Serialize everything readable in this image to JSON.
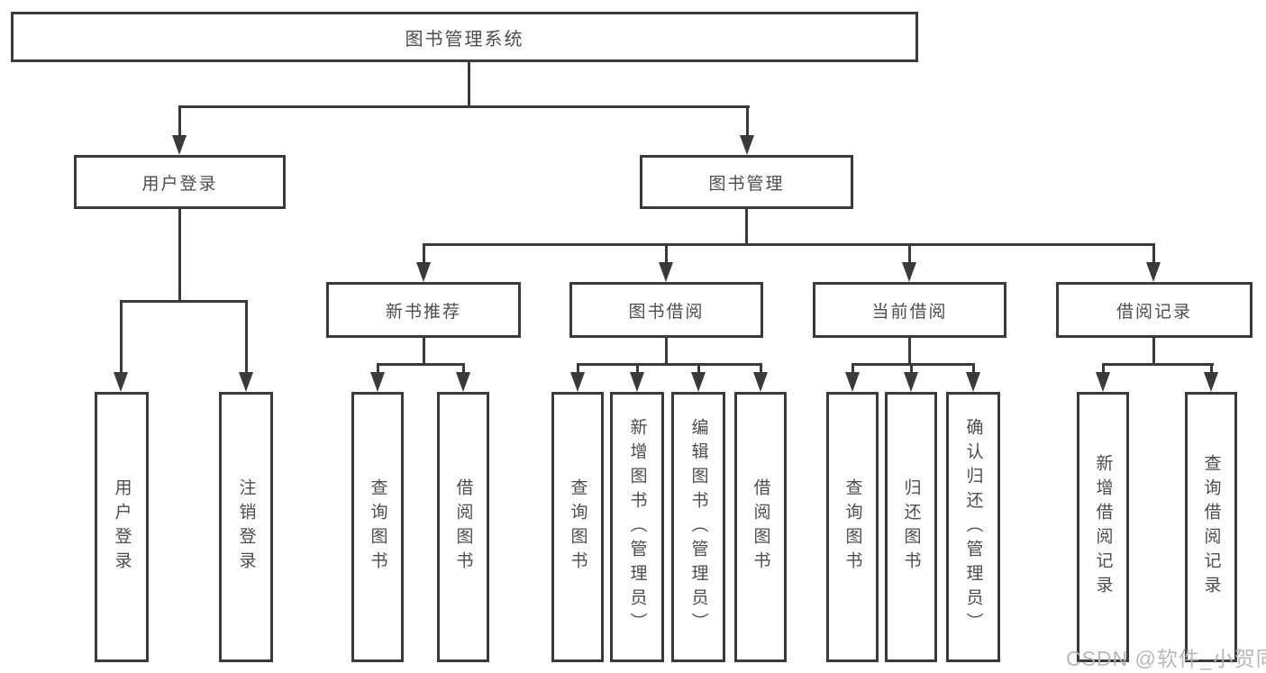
{
  "diagram": {
    "root": {
      "label": "图书管理系统"
    },
    "branches": [
      {
        "label": "用户登录",
        "children": [
          {
            "label": "用户登录"
          },
          {
            "label": "注销登录"
          }
        ]
      },
      {
        "label": "图书管理",
        "children": [
          {
            "label": "新书推荐",
            "children": [
              {
                "label": "查询图书"
              },
              {
                "label": "借阅图书"
              }
            ]
          },
          {
            "label": "图书借阅",
            "children": [
              {
                "label": "查询图书"
              },
              {
                "label": "新增图书（管理员）"
              },
              {
                "label": "编辑图书（管理员）"
              },
              {
                "label": "借阅图书"
              }
            ]
          },
          {
            "label": "当前借阅",
            "children": [
              {
                "label": "查询图书"
              },
              {
                "label": "归还图书"
              },
              {
                "label": "确认归还（管理员）"
              }
            ]
          },
          {
            "label": "借阅记录",
            "children": [
              {
                "label": "新增借阅记录"
              },
              {
                "label": "查询借阅记录"
              }
            ]
          }
        ]
      }
    ]
  },
  "watermark": {
    "text": "CSDN @软件_小贺同学"
  },
  "colors": {
    "line": "#3a3a3a",
    "text": "#4d4d4d",
    "watermark": "#b3b3b3",
    "background": "#ffffff"
  }
}
